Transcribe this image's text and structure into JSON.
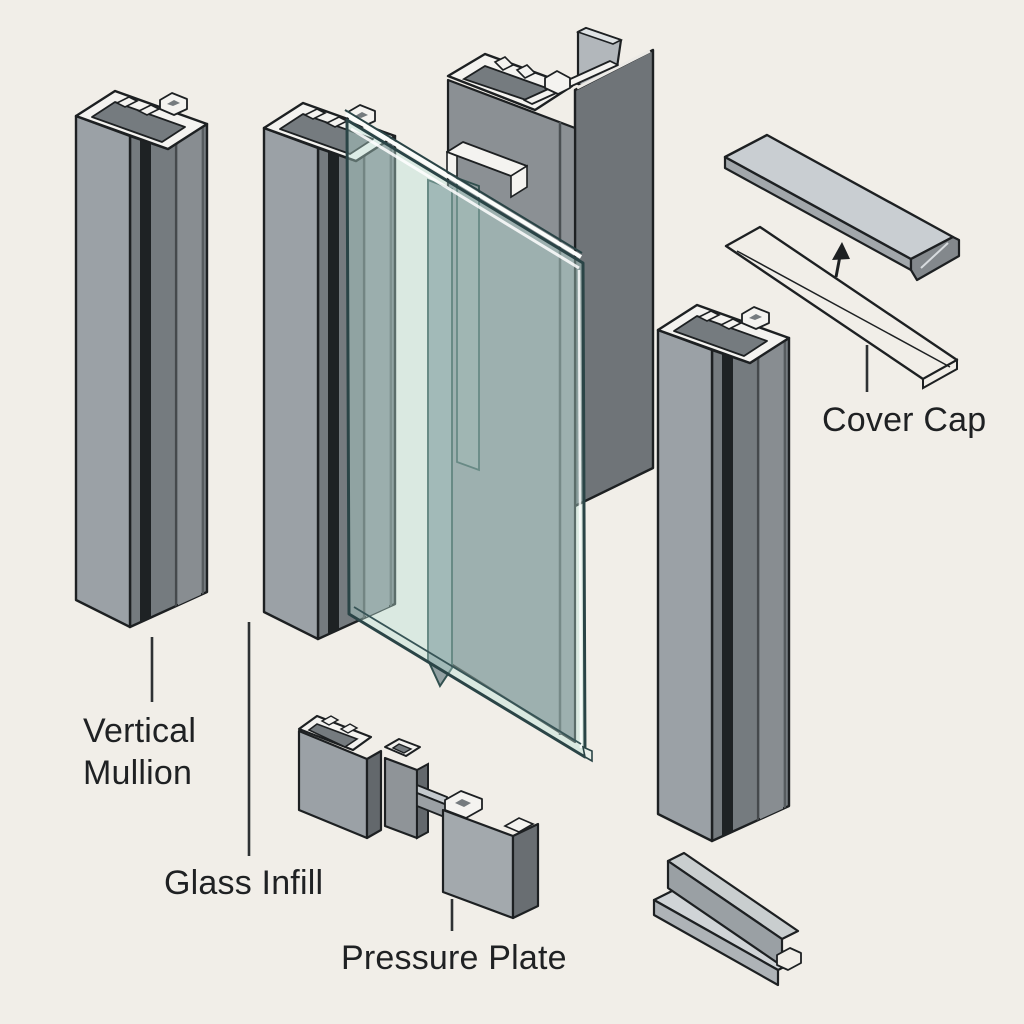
{
  "diagram": {
    "type": "exploded-isometric-assembly",
    "subject": "curtain wall mullion system components"
  },
  "labels": {
    "vertical_mullion": "Vertical Mullion",
    "glass_infill": "Glass Infill",
    "pressure_plate": "Pressure Plate",
    "cover_cap": "Cover Cap"
  },
  "parts": [
    {
      "name": "vertical-mullion-left",
      "label_key": "vertical_mullion"
    },
    {
      "name": "vertical-mullion-center",
      "label_key": "glass_infill"
    },
    {
      "name": "main-mullion",
      "label_key": null
    },
    {
      "name": "glass-panel",
      "label_key": "glass_infill"
    },
    {
      "name": "vertical-mullion-right",
      "label_key": null
    },
    {
      "name": "pressure-plate-assembly",
      "label_key": "pressure_plate"
    },
    {
      "name": "cover-cap-plate",
      "label_key": "cover_cap"
    },
    {
      "name": "gasket-bar",
      "label_key": "cover_cap"
    },
    {
      "name": "setting-block",
      "label_key": null
    }
  ],
  "colors": {
    "background": "#f1eee8",
    "outline": "#1d2022",
    "metal-light": "#9ba1a6",
    "metal-mid": "#757b7f",
    "metal-mid2": "#888d91",
    "metal-dark": "#63686c",
    "rim-face": "#f4f3f0",
    "groove": "#1e2224",
    "glass-fill": "rgba(186,224,216,0.40)",
    "glass-edge": "#2a4446",
    "glass-under": "#93a1a3",
    "cap-top": "#c9ced2",
    "cap-edge": "#a2a7ab",
    "cap-lip": "#83888c",
    "label-color": "#1f2123",
    "leader-color": "#2e3133"
  }
}
